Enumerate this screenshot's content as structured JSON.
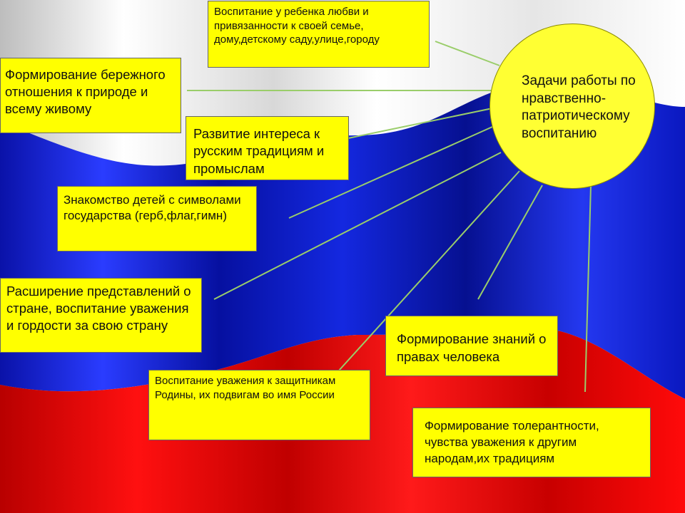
{
  "center": {
    "text": "Задачи работы по нравственно-патриотическому воспитанию"
  },
  "tasks": [
    {
      "text": "Воспитание у ребенка любви и привязанности к своей семье, дому,детскому саду,улице,городу"
    },
    {
      "text": "Формирование бережного отношения к природе и всему живому"
    },
    {
      "text": "Развитие интереса к русским традициям и промыслам"
    },
    {
      "text": "Знакомство детей с символами государства (герб,флаг,гимн)"
    },
    {
      "text": "Расширение представлений о стране, воспитание уважения и гордости за свою страну"
    },
    {
      "text": "Воспитание уважения к защитникам Родины, их подвигам во имя России"
    },
    {
      "text": "Формирование знаний о правах человека"
    },
    {
      "text": "Формирование толерантности, чувства уважения к другим народам,их традициям"
    }
  ],
  "colors": {
    "box": "#ffff00",
    "circle": "#ffff33",
    "flag_white": "#f2f2f2",
    "flag_blue": "#1020c8",
    "flag_red": "#e00000",
    "connector": "#9acd6a"
  }
}
